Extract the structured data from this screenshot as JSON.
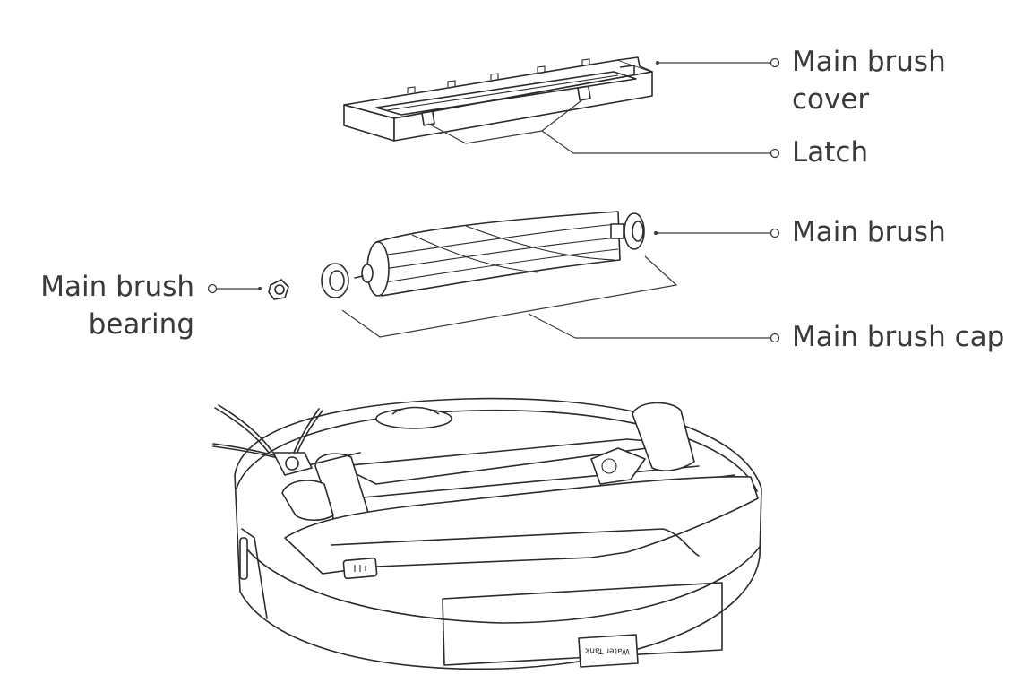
{
  "labels": {
    "main_brush_cover_line1": "Main brush",
    "main_brush_cover_line2": "cover",
    "latch": "Latch",
    "main_brush": "Main brush",
    "main_brush_cap": "Main brush cap",
    "main_brush_bearing_line1": "Main brush",
    "main_brush_bearing_line2": "bearing",
    "water_tank": "Water Tank"
  }
}
